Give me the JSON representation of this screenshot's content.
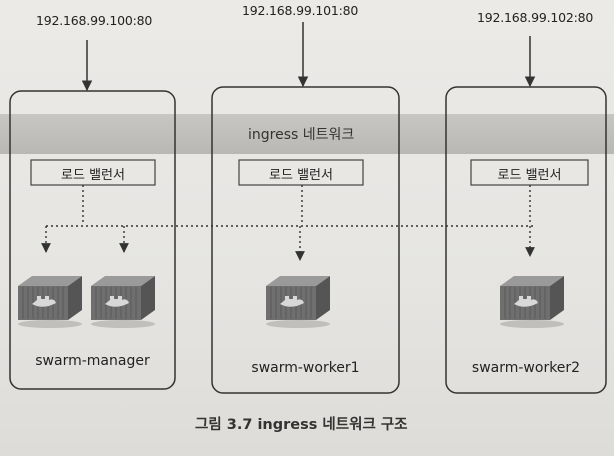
{
  "ips": [
    "192.168.99.100:80",
    "192.168.99.101:80",
    "192.168.99.102:80"
  ],
  "ingress_label": "ingress 네트워크",
  "lb_label": "로드 밸런서",
  "nodes": [
    "swarm-manager",
    "swarm-worker1",
    "swarm-worker2"
  ],
  "caption": "그림 3.7 ingress 네트워크 구조",
  "icons": {
    "container": "docker-container-icon"
  },
  "colors": {
    "line": "#333333",
    "ingress_band": "#bdbcba",
    "container_body": "#6e6e6e"
  }
}
